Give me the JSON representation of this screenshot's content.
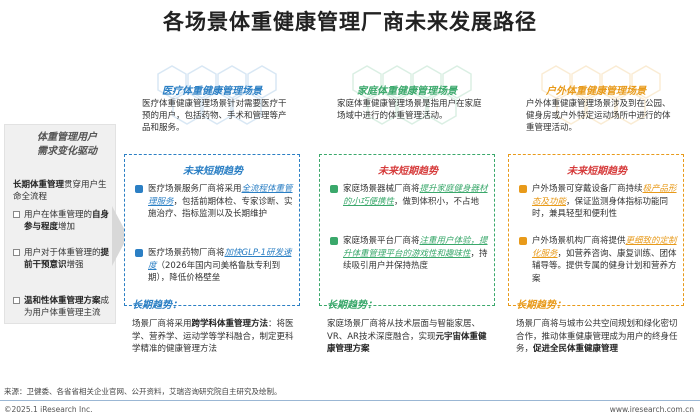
{
  "title": "各场景体重健康管理厂商未来发展路径",
  "colors": {
    "blue": "#2b7fc4",
    "green": "#3aa86b",
    "orange": "#e89a1a",
    "red": "#d63c3c"
  },
  "driver": {
    "title_line1": "体重管理用户",
    "title_line2": "需求变化驱动",
    "long_prefix": "长期体重管理",
    "long_rest": "贯穿用户生命全流程",
    "items": [
      {
        "icon": "checkbox-icon",
        "pre": "用户在体重管理的",
        "bold": "自身参与程度",
        "post": "增加"
      },
      {
        "icon": "checkbox-icon",
        "pre": "用户对于体重管理的",
        "bold": "提前干预意识",
        "post": "增强"
      },
      {
        "icon": "checkbox-icon",
        "pre": "",
        "bold": "温和性体重管理方案",
        "post": "成为用户体重管理主流"
      }
    ]
  },
  "columns": [
    {
      "key": "medical",
      "name": "医疗体重健康管理场景",
      "desc": "医疗体重健康管理场景针对需要医疗干预的用户，包括药物、手术和管理等产品和服务。",
      "short_title": "未来短期趋势",
      "entries": [
        {
          "icon": "hospital-icon",
          "pre": "医疗场景服务厂商将采用",
          "hl": "全流程体重管理服务",
          "post": "，包括前期体检、专家诊断、实施治疗、指标监测以及长期维护"
        },
        {
          "icon": "pill-icon",
          "pre": "医疗场景药物厂商将",
          "hl": "加快GLP-1研发速度",
          "post": "（2026年国内司美格鲁肽专利到期），降低价格壁垒"
        }
      ],
      "long_title": "长期趋势：",
      "long_pre": "场景厂商将采用",
      "long_bold": "跨学科体重管理方法",
      "long_post": "：将医学、营养学、运动学等学科融合，制定更科学精准的健康管理方法"
    },
    {
      "key": "home",
      "name": "家庭体重健康管理场景",
      "desc": "家庭体重健康管理场景是指用户在家庭场域中进行的体重管理活动。",
      "short_title": "未来短期趋势",
      "entries": [
        {
          "icon": "house-icon",
          "pre": "家庭场景器械厂商将",
          "hl": "提升家庭健身器材的小巧便携性",
          "post": "，做到体积小，不占地"
        },
        {
          "icon": "phone-icon",
          "pre": "家庭场景平台厂商将",
          "hl": "注重用户体验，提升体重管理平台的游戏性和趣味性",
          "post": "，持续吸引用户并保持热度"
        }
      ],
      "long_title": "长期趋势：",
      "long_pre": "家庭场景厂商将从技术层面与智能家居、VR、AR技术深度融合，实现",
      "long_bold": "元宇宙体重健康管理方案",
      "long_post": ""
    },
    {
      "key": "outdoor",
      "name": "户外体重健康管理场景",
      "desc": "户外体重健康管理场景涉及到在公园、健身房或户外特定运动场所中进行的体重管理活动。",
      "short_title": "未来短期趋势",
      "entries": [
        {
          "icon": "watch-icon",
          "pre": "户外场景可穿戴设备厂商持续",
          "hl": "极产品形态及功能",
          "post": "，保证监测身体指标功能同时，兼具轻型和便利性"
        },
        {
          "icon": "runner-icon",
          "pre": "户外场景机构厂商将提供",
          "hl": "更细致的定制化服务",
          "post": "，如营养咨询、康复训练、团体辅导等。提供专属的健身计划和营养方案"
        }
      ],
      "long_title": "长期趋势：",
      "long_pre": "场景厂商将与城市公共空间规划和绿化密切合作，推动体重健康管理成为用户的终身任务，",
      "long_bold": "促进全民体重健康管理",
      "long_post": ""
    }
  ],
  "source": "来源：卫健委、各省省相关企业官网、公开资料，艾瑞咨询研究院自主研究及绘制。",
  "copyright": "©2025.1 iResearch Inc.",
  "website": "www.iresearch.com.cn"
}
